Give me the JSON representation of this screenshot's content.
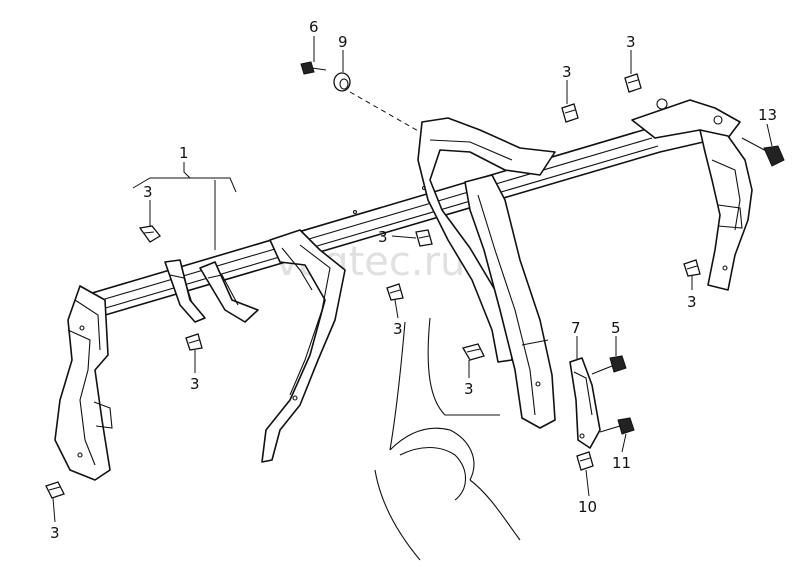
{
  "diagram": {
    "callouts": [
      {
        "id": "c1",
        "label": "1"
      },
      {
        "id": "c3a",
        "label": "3"
      },
      {
        "id": "c6",
        "label": "6"
      },
      {
        "id": "c9",
        "label": "9"
      },
      {
        "id": "c3b",
        "label": "3"
      },
      {
        "id": "c3c",
        "label": "3"
      },
      {
        "id": "c13",
        "label": "13"
      },
      {
        "id": "c3d",
        "label": "3"
      },
      {
        "id": "c3e",
        "label": "3"
      },
      {
        "id": "c3f",
        "label": "3"
      },
      {
        "id": "c3g",
        "label": "3"
      },
      {
        "id": "c7",
        "label": "7"
      },
      {
        "id": "c5",
        "label": "5"
      },
      {
        "id": "c3h",
        "label": "3"
      },
      {
        "id": "c11",
        "label": "11"
      },
      {
        "id": "c10",
        "label": "10"
      },
      {
        "id": "c3i",
        "label": "3"
      }
    ],
    "watermark": "vagtec.ru"
  }
}
